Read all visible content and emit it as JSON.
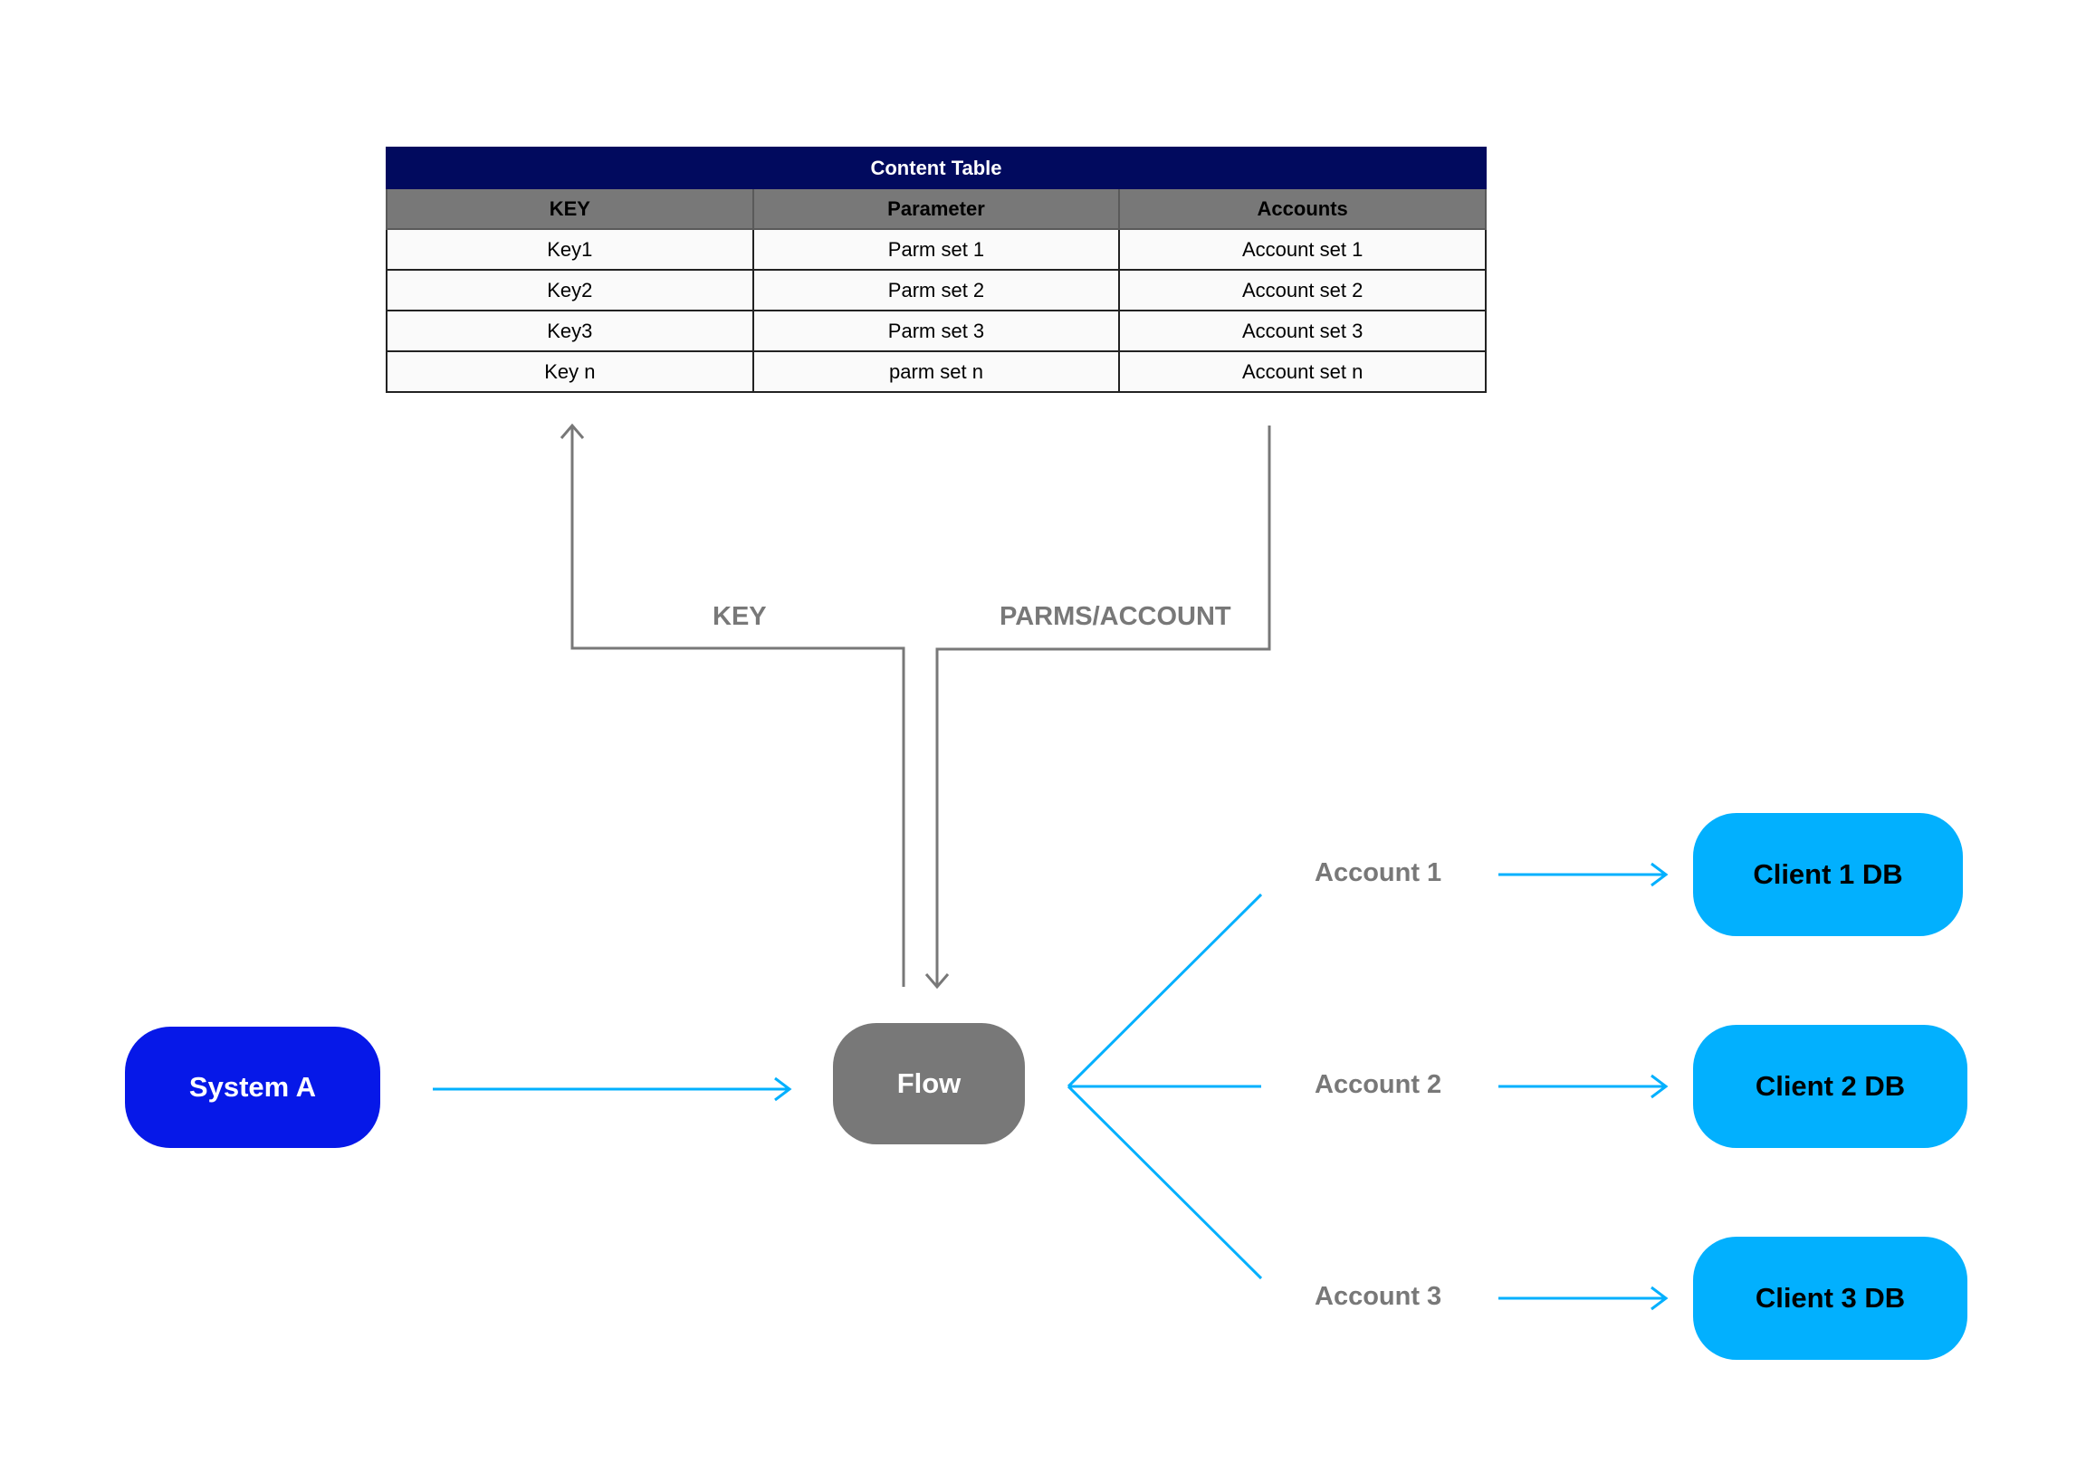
{
  "content_table": {
    "title": "Content Table",
    "headers": [
      "KEY",
      "Parameter",
      "Accounts"
    ],
    "rows": [
      [
        "Key1",
        "Parm set 1",
        "Account set 1"
      ],
      [
        "Key2",
        "Parm set 2",
        "Account set 2"
      ],
      [
        "Key3",
        "Parm set 3",
        "Account set 3"
      ],
      [
        "Key n",
        "parm set n",
        "Account set n"
      ]
    ]
  },
  "nodes": {
    "system_a": "System A",
    "flow": "Flow",
    "client_1": "Client 1 DB",
    "client_2": "Client 2 DB",
    "client_3": "Client 3 DB"
  },
  "labels": {
    "key": "KEY",
    "parms_account": "PARMS/ACCOUNT",
    "account_1": "Account 1",
    "account_2": "Account 2",
    "account_3": "Account 3"
  },
  "colors": {
    "table_title_bg": "#010a5e",
    "table_header_bg": "#787878",
    "system_node": "#0618e8",
    "flow_node": "#787878",
    "client_node": "#02b0fe",
    "connector_blue": "#02b0fe",
    "connector_gray": "#787878"
  }
}
